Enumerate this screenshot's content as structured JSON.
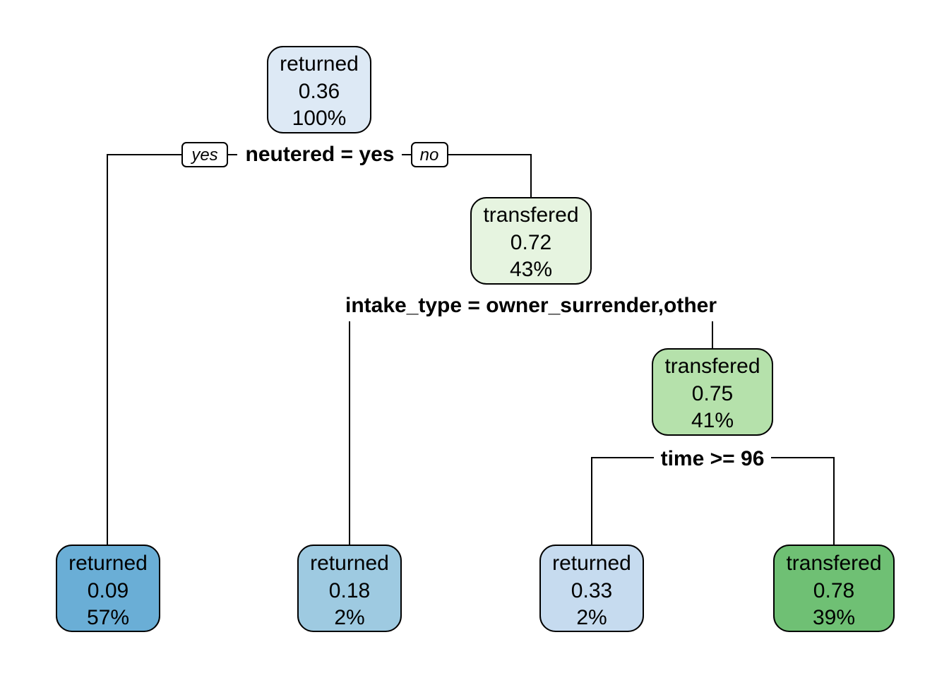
{
  "nodes": [
    {
      "id": "root",
      "label": "returned",
      "prob": "0.36",
      "pct": "100%",
      "fill": "#dde9f5"
    },
    {
      "id": "n2",
      "label": "transfered",
      "prob": "0.72",
      "pct": "43%",
      "fill": "#e6f4e0"
    },
    {
      "id": "n3",
      "label": "transfered",
      "prob": "0.75",
      "pct": "41%",
      "fill": "#b5e1ab"
    },
    {
      "id": "leaf1",
      "label": "returned",
      "prob": "0.09",
      "pct": "57%",
      "fill": "#6aaed6"
    },
    {
      "id": "leaf2",
      "label": "returned",
      "prob": "0.18",
      "pct": "2%",
      "fill": "#9ecae1"
    },
    {
      "id": "leaf3",
      "label": "returned",
      "prob": "0.33",
      "pct": "2%",
      "fill": "#c6dbef"
    },
    {
      "id": "leaf4",
      "label": "transfered",
      "prob": "0.78",
      "pct": "39%",
      "fill": "#6fc074"
    }
  ],
  "splits": {
    "s1": "neutered = yes",
    "s2": "intake_type = owner_surrender,other",
    "s3": "time >= 96"
  },
  "branch_labels": {
    "yes": "yes",
    "no": "no"
  },
  "colors": {
    "line": "#000000",
    "text": "#000000"
  }
}
